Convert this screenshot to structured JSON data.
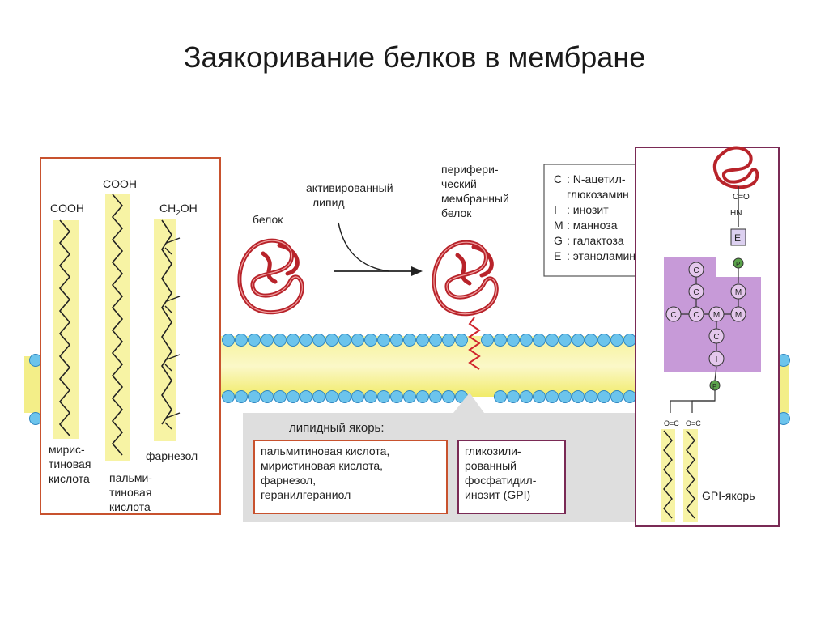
{
  "title": "Заякоривание белков в мембране",
  "fatty_acids": {
    "cooh_1": "COOH",
    "cooh_2": "COOH",
    "ch2oh": "CH2OH",
    "ch2oh_main": "CH",
    "ch2oh_sub": "2",
    "ch2oh_tail": "OH",
    "myristic": [
      "мирис-",
      "тиновая",
      "кислота"
    ],
    "palmitic": [
      "пальми-",
      "тиновая",
      "кислота"
    ],
    "farnesol": "фарнезол"
  },
  "labels": {
    "protein": "белок",
    "activated_lipid": [
      "активированный",
      "липид"
    ],
    "peripheral_protein": [
      "перифери-",
      "ческий",
      "мембранный",
      "белок"
    ]
  },
  "legend": [
    {
      "key": "C",
      "text": ": N-ацетил-"
    },
    {
      "key": "",
      "text": "глюкозамин"
    },
    {
      "key": "I",
      "text": ": инозит"
    },
    {
      "key": "M",
      "text": ": манноза"
    },
    {
      "key": "G",
      "text": ": галактоза"
    },
    {
      "key": "E",
      "text": ": этаноламин"
    }
  ],
  "anchor_box": {
    "title": "липидный якорь:",
    "lipid_list": [
      "пальмитиновая кислота,",
      "миристиновая кислота,",
      "фарнезол,",
      "геранилгераниол"
    ],
    "gpi_list": [
      "гликозили-",
      "рованный",
      "фосфатидил-",
      "инозит (GPI)"
    ]
  },
  "gpi": {
    "co": "C=O",
    "hn": "HN",
    "e": "E",
    "p": "P",
    "sugars": [
      "C",
      "C",
      "M",
      "C",
      "C",
      "M",
      "M",
      "C",
      "I"
    ],
    "anchor_label": "GPI-якорь"
  },
  "colors": {
    "protein": "#b8232a",
    "bead": "#6cc4ec",
    "bead_stroke": "#2e86c1",
    "lipid_band": "#f6f07a",
    "box_border": "#c8522e",
    "gpi_border": "#7a2a55",
    "sugar_panel": "#c79ad8",
    "phosphate": "#5aa24a"
  }
}
